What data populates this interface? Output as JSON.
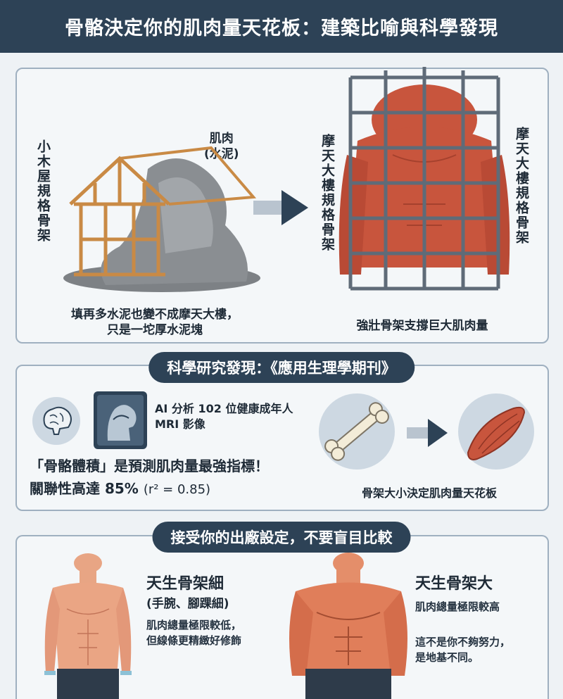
{
  "title": "骨骼決定你的肌肉量天花板：建築比喻與科學發現",
  "architecture": {
    "house_label": "小木屋規格骨架",
    "cement_label_line1": "肌肉",
    "cement_label_line2": "(水泥)",
    "house_caption_line1": "填再多水泥也變不成摩天大樓，",
    "house_caption_line2": "只是一坨厚水泥塊",
    "skyscraper_label_left": "摩天大樓規格骨架",
    "skyscraper_label_right": "摩天大樓規格骨架",
    "skyscraper_caption": "強壯骨架支撐巨大肌肉量"
  },
  "science": {
    "section_title": "科學研究發現：《應用生理學期刊》",
    "study_line1": "AI 分析 102 位健康成年人",
    "study_line2": "MRI 影像",
    "claim_line1": "「骨骼體積」是預測肌肉量最強指標！",
    "claim_line2_prefix": "關聯性高達 ",
    "claim_percent": "85%",
    "claim_r2": "(r² = 0.85)",
    "bone_caption": "骨架大小決定肌肉量天花板"
  },
  "acceptance": {
    "section_title": "接受你的出廠設定，不要盲目比較",
    "small_frame_title": "天生骨架細",
    "small_frame_sub": "(手腕、腳踝細)",
    "small_frame_desc1": "肌肉總量極限較低，",
    "small_frame_desc2": "但線條更精緻好修飾",
    "large_frame_title": "天生骨架大",
    "large_frame_desc1": "肌肉總量極限較高",
    "large_frame_desc2": "這不是你不夠努力，",
    "large_frame_desc3": "是地基不同。"
  },
  "colors": {
    "navy": "#2d4256",
    "muscle": "#c8553d",
    "wood": "#c98a45",
    "steel": "#5f6b78",
    "cement": "#8a8e92"
  }
}
